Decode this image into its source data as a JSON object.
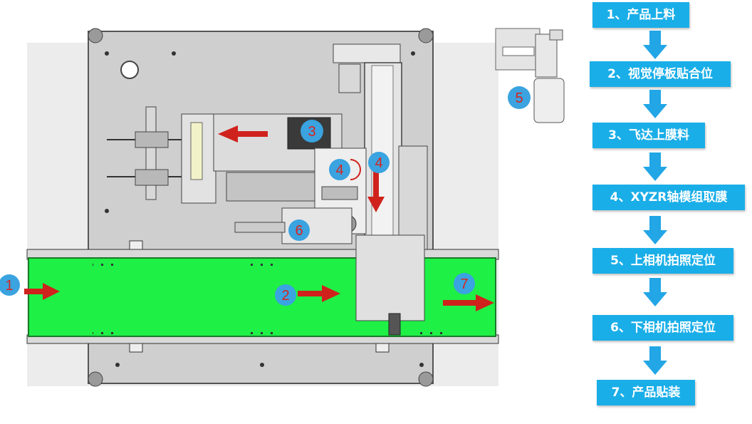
{
  "flow_steps": [
    "1、产品上料",
    "2、视觉停板贴合位",
    "3、飞达上膜料",
    "4、XYZR轴模组取膜",
    "5、上相机拍照定位",
    "6、下相机拍照定位",
    "7、产品贴装"
  ],
  "markers": {
    "m1": "1",
    "m2": "2",
    "m3": "3",
    "m4a": "4",
    "m4b": "4",
    "m5": "5",
    "m6": "6",
    "m7": "7"
  },
  "colors": {
    "flow_box": "#1aaee8",
    "flow_arrow": "#22a6e6",
    "marker_fill": "#3aa3e0",
    "marker_text": "#d9241e",
    "arrow_red": "#d0221c",
    "conveyor_green": "#1ef046",
    "machine_gray": "#cfcfcf"
  },
  "icons": {
    "flow_arrow": "down-arrow-icon",
    "red_arrow": "red-right-arrow-icon"
  }
}
